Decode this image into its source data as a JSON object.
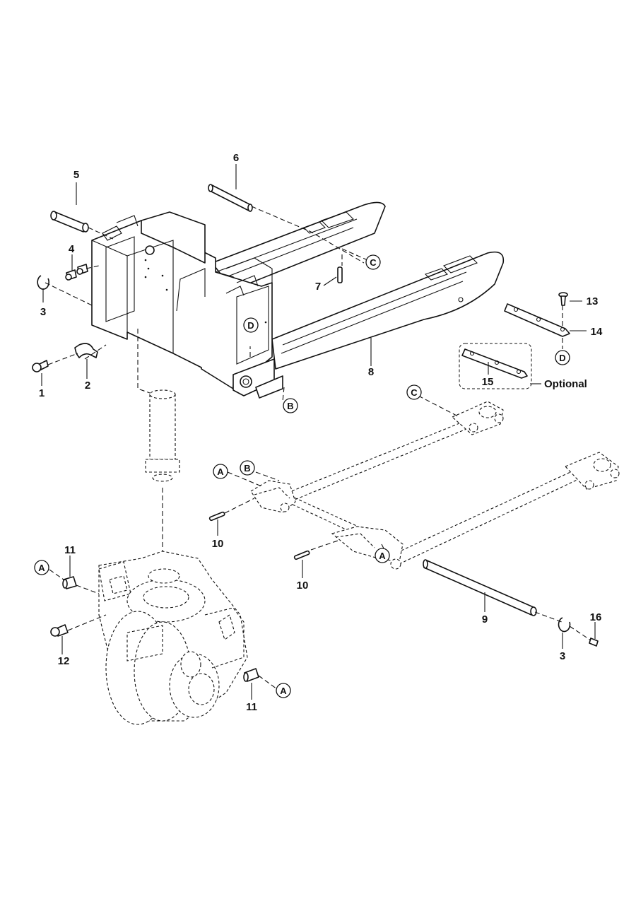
{
  "parts": {
    "p1": "1",
    "p2": "2",
    "p3a": "3",
    "p3b": "3",
    "p4": "4",
    "p5": "5",
    "p6": "6",
    "p7": "7",
    "p8": "8",
    "p9": "9",
    "p10a": "10",
    "p10b": "10",
    "p11a": "11",
    "p11b": "11",
    "p12": "12",
    "p13": "13",
    "p14": "14",
    "p15": "15",
    "p16": "16"
  },
  "refs": {
    "A": "A",
    "B": "B",
    "C": "C",
    "D": "D"
  },
  "optional_label": "Optional"
}
